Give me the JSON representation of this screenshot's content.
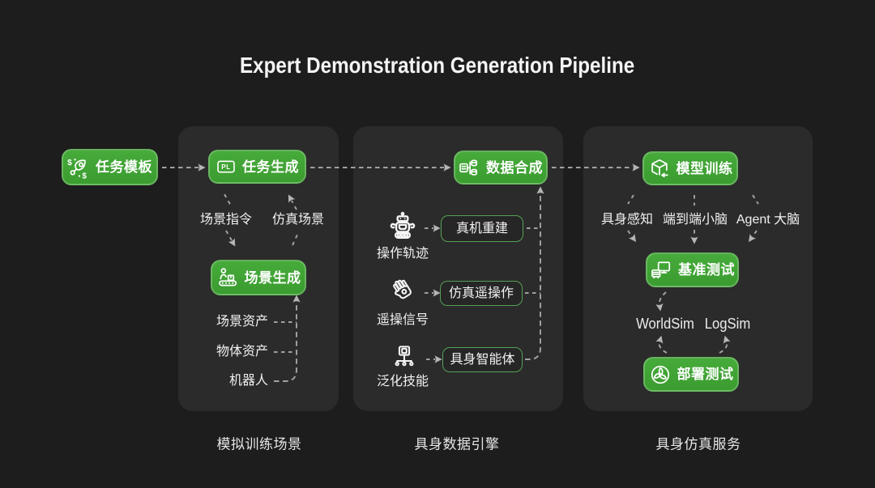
{
  "title": "Expert Demonstration Generation Pipeline",
  "colors": {
    "background": "#1d1d1d",
    "panel": "#2b2b2b",
    "accent_green": "#3fa335",
    "outline_box_border": "#55a155",
    "dash_gray": "#a0a0a0"
  },
  "start_node": {
    "label": "任务模板",
    "icon": "rocket-dollar-icon"
  },
  "icon_glyphs": {
    "pl": "PL",
    "dollar": "$"
  },
  "panels": [
    {
      "caption": "模拟训练场景",
      "task_gen_button": {
        "label": "任务生成",
        "icon": "pl-badge-icon"
      },
      "scene_gen_button": {
        "label": "场景生成",
        "icon": "factory-icon"
      },
      "labels": {
        "scene_instruction": "场景指令",
        "sim_scene": "仿真场景",
        "scene_assets": "场景资产",
        "object_assets": "物体资产",
        "robot": "机器人"
      }
    },
    {
      "caption": "具身数据引擎",
      "data_synth_button": {
        "label": "数据合成",
        "icon": "data-sync-icon"
      },
      "rows": [
        {
          "icon": "robot-icon",
          "label": "操作轨迹",
          "box": "真机重建"
        },
        {
          "icon": "glove-icon",
          "label": "遥操信号",
          "box": "仿真遥操作"
        },
        {
          "icon": "terminal-network-icon",
          "label": "泛化技能",
          "box": "具身智能体"
        }
      ]
    },
    {
      "caption": "具身仿真服务",
      "model_train_button": {
        "label": "模型训练",
        "icon": "cube-arrow-icon"
      },
      "benchmark_button": {
        "label": "基准测试",
        "icon": "devices-icon"
      },
      "deploy_button": {
        "label": "部署测试",
        "icon": "turbine-icon"
      },
      "labels": {
        "perception": "具身感知",
        "end_to_end": "端到端小脑",
        "agent_brain": "Agent 大脑",
        "worldsim": "WorldSim",
        "logsim": "LogSim"
      }
    }
  ]
}
